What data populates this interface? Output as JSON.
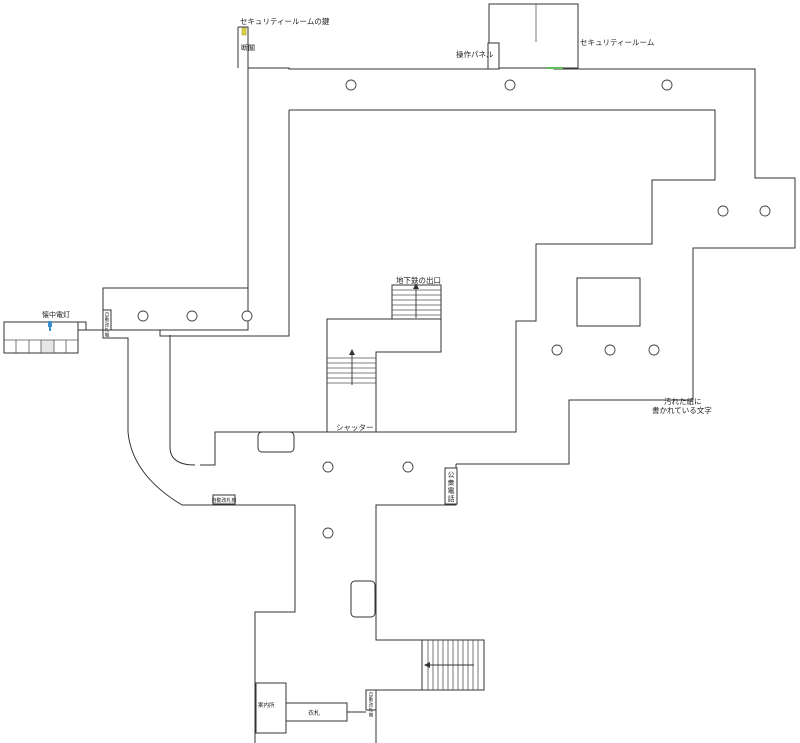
{
  "labels": {
    "security_room_key": "セキュリティールームの鍵",
    "breaker": "断閣",
    "control_panel": "操作パネル",
    "security_room": "セキュリティールーム",
    "subway_exit": "地下鉄の出口",
    "flashlight": "懐中電灯",
    "ticket_gate": "自動\n改札\n機",
    "shutter": "シャッター",
    "public_phone": "公衆電話",
    "dirty_paper_line1": "汚れた紙に",
    "dirty_paper_line2": "書かれている文字",
    "info_desk": "案内所",
    "lockers": "衣札"
  },
  "colors": {
    "wall": "#333333",
    "key_item": "#d8d040",
    "flashlight_item": "#3a8fd0",
    "door_green": "#5cc05c",
    "floor_highlight": "#e6e6e6"
  }
}
